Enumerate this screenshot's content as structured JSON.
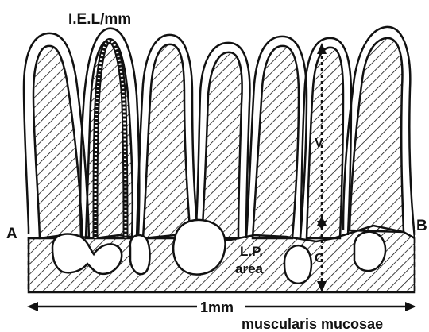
{
  "labels": {
    "iel": "I.E.L/mm",
    "point_a": "A",
    "point_b": "B",
    "v": "V",
    "c": "C",
    "lp_line1": "L.P.",
    "lp_line2": "area",
    "scale": "1mm",
    "muscularis": "muscularis mucosae"
  },
  "colors": {
    "ink": "#111111",
    "paper": "#ffffff"
  }
}
